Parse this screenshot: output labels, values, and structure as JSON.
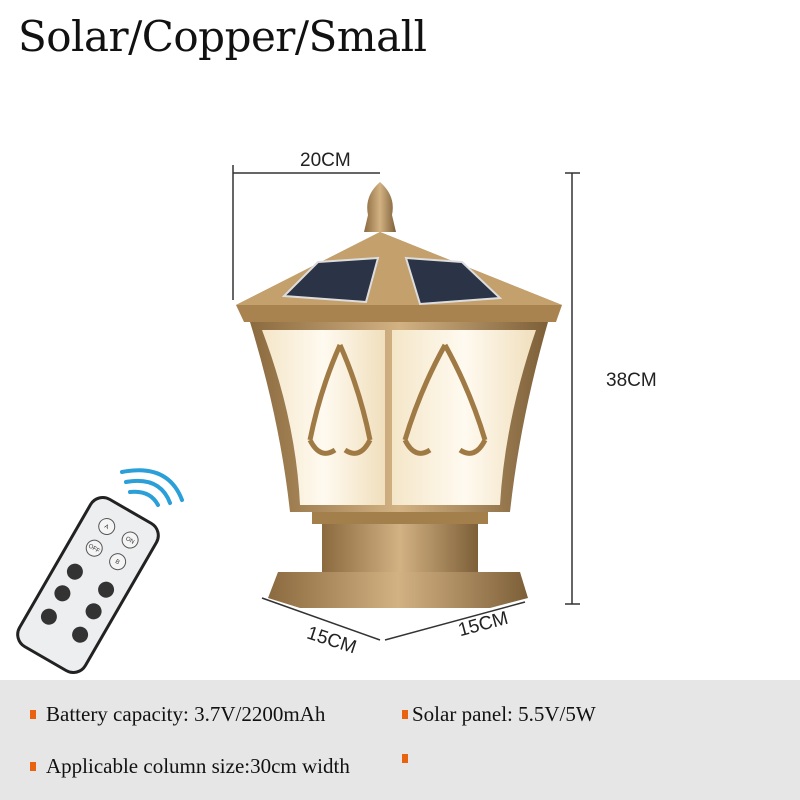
{
  "title": "Solar/Copper/Small",
  "dimensions": {
    "width_top": "20CM",
    "height": "38CM",
    "base_left": "15CM",
    "base_right": "15CM"
  },
  "remote": {
    "buttons": [
      "A",
      "ON",
      "OFF",
      "B"
    ]
  },
  "specs": [
    {
      "label": "Battery capacity: 3.7V/2200mAh"
    },
    {
      "label": "Solar panel: 5.5V/5W"
    },
    {
      "label": "Applicable column size:30cm width"
    },
    {
      "label": ""
    }
  ],
  "colors": {
    "bullet": "#e8620f",
    "band": "#e6e6e6",
    "bronze": "#b08a55",
    "signal": "#2a9fd8"
  }
}
